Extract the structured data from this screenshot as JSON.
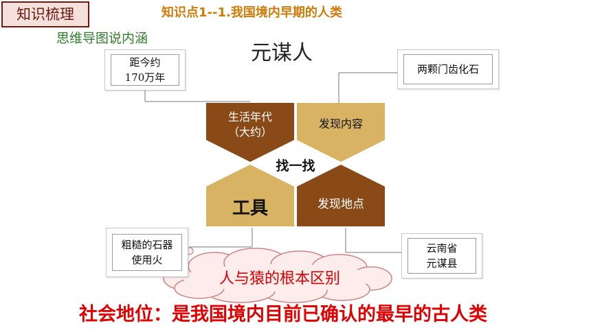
{
  "header": {
    "tag_label": "知识梳理",
    "heading": "知识点1--1.我国境内早期的人类",
    "subheading": "思维导图说内涵"
  },
  "diagram": {
    "center_title": "元谋人",
    "center_label": "找一找",
    "quadrants": {
      "top_left": "生活年代\n（大约）",
      "top_right": "发现内容",
      "bottom_left": "工具",
      "bottom_right": "发现地点"
    },
    "boxes": {
      "top_left": "距今约\n170万年",
      "top_right": "两颗门齿化石",
      "bottom_left": "粗糙的石器\n使用火",
      "bottom_right": "云南省\n元谋县"
    },
    "cloud_label": "人与猿的根本区别"
  },
  "footer": {
    "social_status": "社会地位：是我国境内目前已确认的最早的古人类"
  },
  "colors": {
    "dark_brown": "#8a4a17",
    "tan": "#d9b364",
    "title_orange": "#d07a08",
    "subtitle_green": "#2f7d2a",
    "emphasis_red": "#e00000",
    "tag_maroon": "#6b1a12"
  }
}
